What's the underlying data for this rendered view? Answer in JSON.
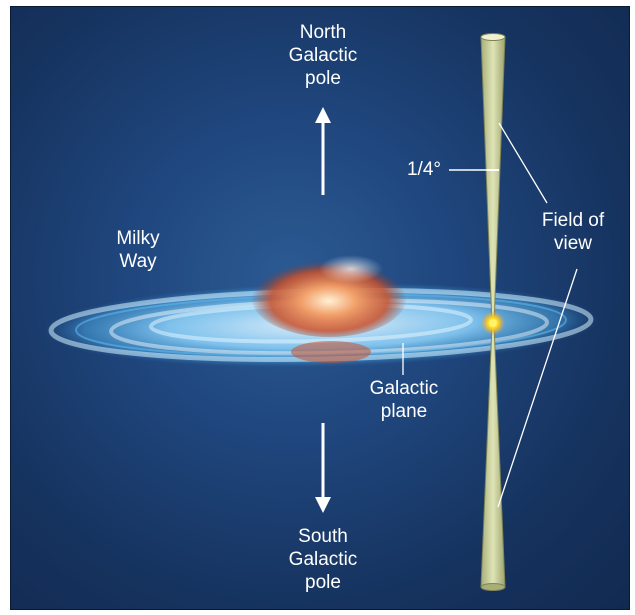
{
  "labels": {
    "north_pole": [
      "North",
      "Galactic",
      "pole"
    ],
    "south_pole": [
      "South",
      "Galactic",
      "pole"
    ],
    "milky_way": [
      "Milky",
      "Way"
    ],
    "galactic_plane": [
      "Galactic",
      "plane"
    ],
    "field_of_view": [
      "Field of",
      "view"
    ],
    "angle": "1/4°"
  },
  "colors": {
    "background": "#1c4279",
    "disk": "#8fd6ff",
    "bulge": "#d9623a",
    "beam": "#c9cf9a",
    "sun": "#ffd21a",
    "text": "#ffffff"
  }
}
